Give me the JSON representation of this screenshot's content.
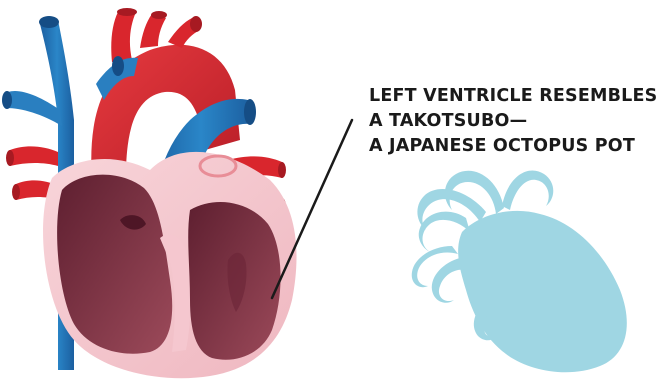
{
  "caption": {
    "line1": "LEFT VENTRICLE RESEMBLES",
    "line2": "A TAKOTSUBO—",
    "line3": "A JAPANESE OCTOPUS POT"
  },
  "colors": {
    "background": "#ffffff",
    "text": "#1a1a1a",
    "artery_red": "#d9262d",
    "vein_blue": "#1f6fb4",
    "heart_wall_pink": "#f4c8cf",
    "chamber_maroon": "#7a2c3e",
    "octopus_light_blue": "#9fd6e3"
  }
}
